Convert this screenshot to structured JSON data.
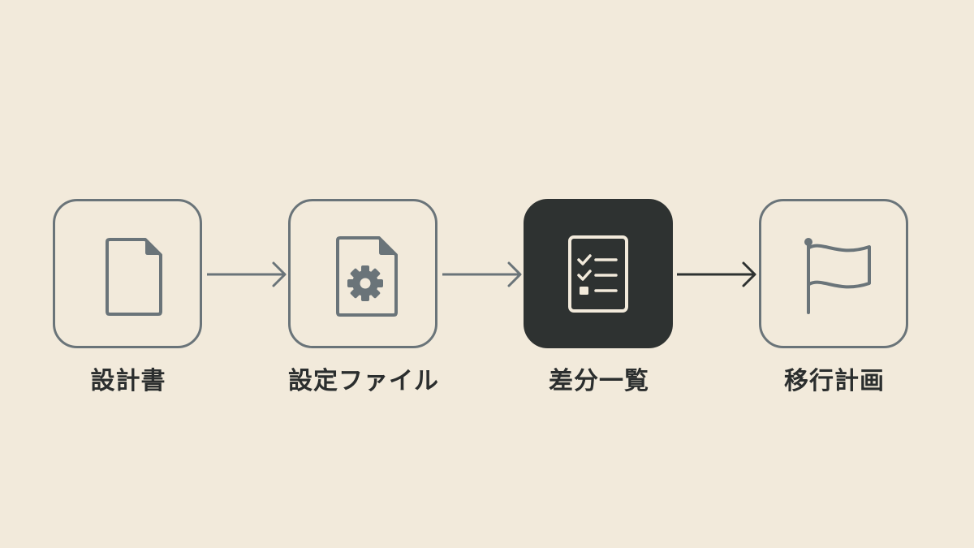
{
  "steps": [
    {
      "label": "設計書",
      "icon": "document-icon",
      "active": false
    },
    {
      "label": "設定ファイル",
      "icon": "settings-file-icon",
      "active": false
    },
    {
      "label": "差分一覧",
      "icon": "checklist-icon",
      "active": true
    },
    {
      "label": "移行計画",
      "icon": "flag-icon",
      "active": false
    }
  ],
  "colors": {
    "background": "#f2eadb",
    "outline": "#6a7479",
    "active_fill": "#2e3231",
    "active_icon": "#f2eadb",
    "text": "#2b2e2e"
  }
}
